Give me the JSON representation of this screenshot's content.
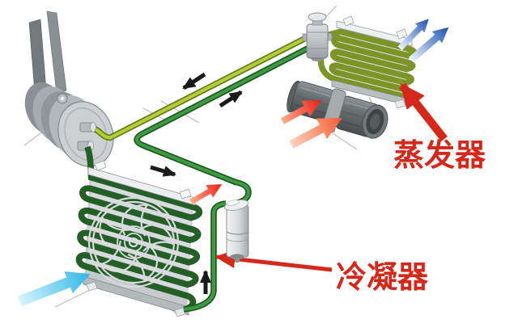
{
  "labels": {
    "evaporator": "蒸发器",
    "condenser": "冷凝器"
  },
  "components": [
    "compressor",
    "condenser",
    "condenser-fan",
    "receiver-drier",
    "expansion-valve",
    "evaporator",
    "blower-motor"
  ],
  "colors": {
    "label_red": "#d6281a",
    "pointer_arrow_red": "#d6281a",
    "pipe_yellow_green": "#b5cd33",
    "pipe_dark_green": "#3f9a41",
    "condenser_tube": "#379038",
    "condenser_tube_dash": "#b9e388",
    "evaporator_tube": "#bed24a",
    "evaporator_tube_dash": "#f3f8d8",
    "cold_air_blue": "#2050b4",
    "intake_air_cyan": "#41bfe9",
    "warm_air_red": "#ea1f10",
    "flow_arrow_black": "#1a1a1a",
    "metal_gray": "#c6cacd"
  }
}
